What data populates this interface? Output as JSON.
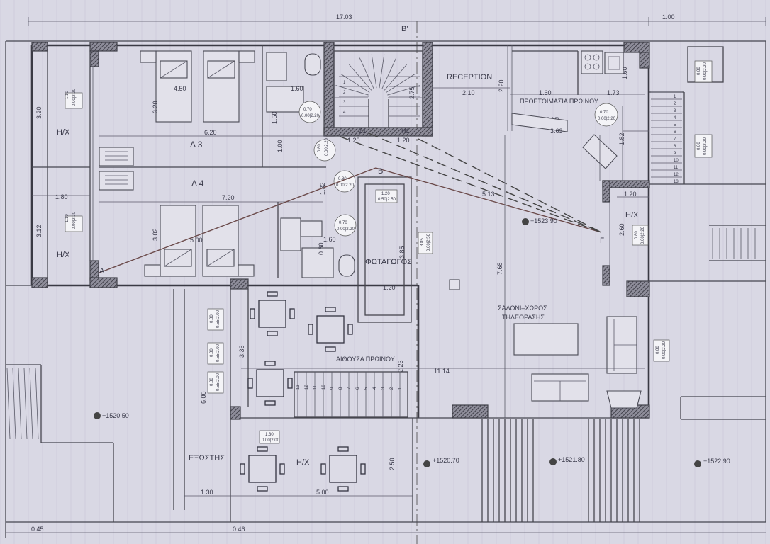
{
  "rooms": {
    "delta3": "Δ 3",
    "delta4": "Δ 4",
    "hx_top_left": "Η/Χ",
    "hx_mid_left": "Η/Χ",
    "hx_right": "Η/Χ",
    "hx_bottom": "Η/Χ",
    "reception": "RECEPTION",
    "breakfast_prep": "ΠΡΟΕΤΟΙΜΑΣΙΑ ΠΡΩΙΝΟΥ",
    "snack_bar": "SNACK BAR",
    "fotagogos": "ΦΩΤΑΓΩΓΟΣ",
    "saloni_line1": "ΣΑΛΟΝΙ–ΧΩΡΟΣ",
    "saloni_line2": "ΤΗΛΕΟΡΑΣΗΣ",
    "breakfast_room": "ΑΙΘΟΥΣΑ ΠΡΩΙΝΟΥ",
    "exostis": "ΕΞΩΣΤΗΣ"
  },
  "section_marks": {
    "b_prime": "B'",
    "a": "A",
    "b": "B",
    "g": "Γ",
    "h1": "H1",
    "z1": "Z1"
  },
  "levels": {
    "l1": "+1520.50",
    "l2": "+1520.70",
    "l3": "+1521.80",
    "l4": "+1522.90",
    "l5": "+1523.90"
  },
  "dims": {
    "d1703": "17.03",
    "d100top": "1.00",
    "d450": "4.50",
    "d160a": "1.60",
    "d320a": "3.20",
    "d320b": "3.20",
    "d620": "6.20",
    "d150": "1.50",
    "d100b": "1.00",
    "d180": "1.80",
    "d720": "7.20",
    "d312": "3.12",
    "d302": "3.02",
    "d500a": "5.00",
    "d132": "1.32",
    "d160b": "1.60",
    "d060": "0.60",
    "d120a": "1.20",
    "d120b": "1.20",
    "d120c": "1.20",
    "d385": "3.85",
    "d210": "2.10",
    "d220": "2.20",
    "d275": "2.75",
    "d160c": "1.60",
    "d173": "1.73",
    "d160d": "1.60",
    "d363": "3.63",
    "d182": "1.82",
    "d513": "5.13",
    "d120d": "1.20",
    "d260": "2.60",
    "d768": "7.68",
    "d1114": "11.14",
    "d336": "3.36",
    "d606": "6.06",
    "d223": "2.23",
    "d250": "2.50",
    "d130": "1.30",
    "d500b": "5.00",
    "d045": "0.45",
    "d046": "0.46"
  },
  "tags": {
    "t1": [
      "1.10",
      "0.00|2.20"
    ],
    "t2": [
      "1.10",
      "0.00|2.20"
    ],
    "t3": [
      "0.70",
      "0.00|2.20"
    ],
    "t4": [
      "0.80",
      "0.00|2.20"
    ],
    "t5": [
      "0.80",
      "0.00|2.20"
    ],
    "t6": [
      "1.20",
      "0.50|2.50"
    ],
    "t7": [
      "0.70",
      "0.00|2.20"
    ],
    "t8": [
      "3.85",
      "0.00|2.50"
    ],
    "t9": [
      "0.70",
      "0.00|2.20"
    ],
    "t10": [
      "0.80",
      "0.90|2.20"
    ],
    "t11": [
      "0.80",
      "0.90|2.20"
    ],
    "t12": [
      "0.80",
      "0.00|2.20"
    ],
    "t13": [
      "0.80",
      "0.00|2.20"
    ],
    "t14": [
      "0.80",
      "0.55|2.00"
    ],
    "t15": [
      "0.80",
      "0.55|2.00"
    ],
    "t16": [
      "0.80",
      "0.55|2.00"
    ],
    "t17": [
      "1.30",
      "0.00|2.00"
    ]
  },
  "stair_numbers": [
    "1",
    "2",
    "3",
    "4",
    "5",
    "6",
    "7",
    "8",
    "9",
    "10",
    "11",
    "12",
    "13"
  ],
  "colors": {
    "paper": "#d9d8e4",
    "ink": "#3a3a44",
    "section_line": "#6b4a4a"
  }
}
